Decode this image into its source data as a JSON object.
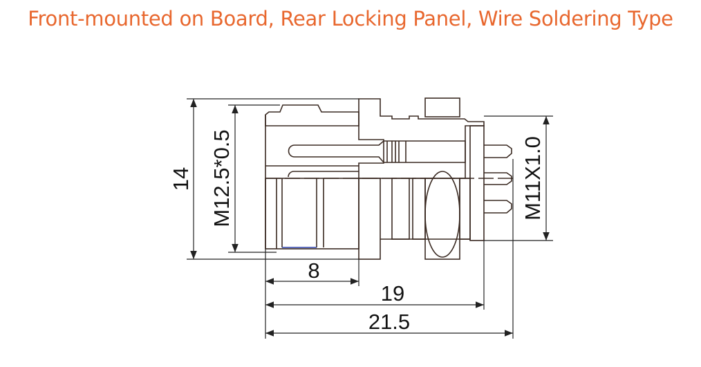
{
  "title": "Front-mounted on Board, Rear Locking Panel, Wire Soldering Type",
  "colors": {
    "title": "#e8672e",
    "lines": "#3a2a22"
  },
  "dimensions": {
    "overall_height": "14",
    "front_thread": "M12.5*0.5",
    "rear_thread": "M11X1.0",
    "front_length": "8",
    "body_length": "19",
    "overall_length": "21.5"
  }
}
